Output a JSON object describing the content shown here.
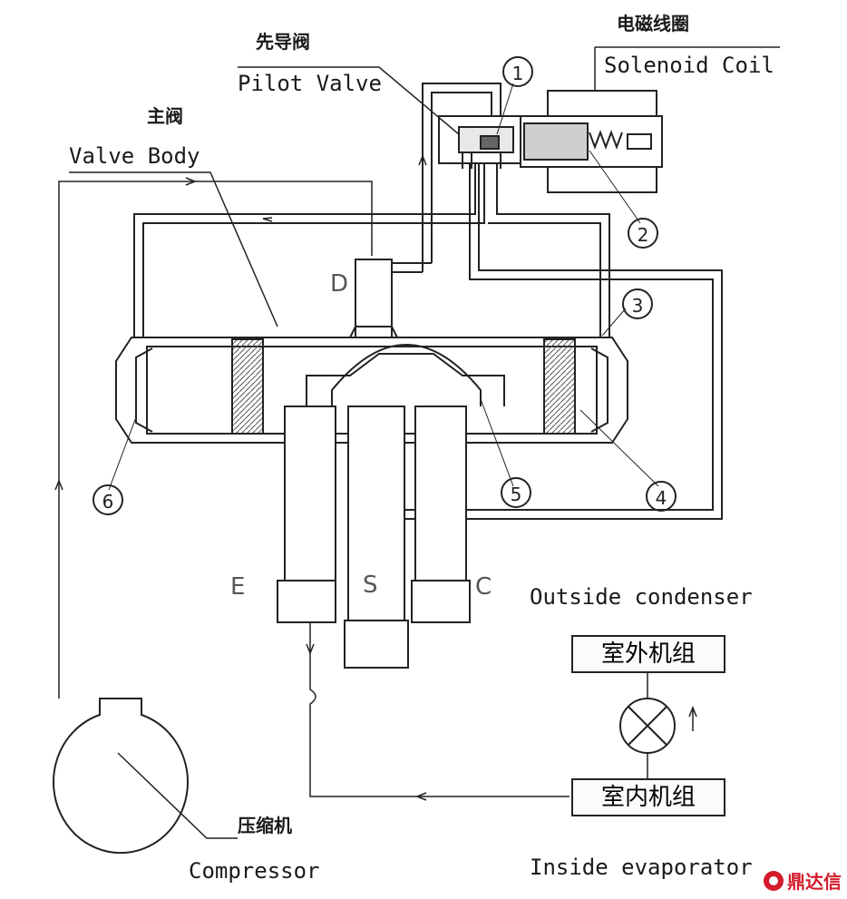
{
  "labels": {
    "solenoid_coil_zh": "电磁线圈",
    "solenoid_coil_en": "Solenoid Coil",
    "pilot_valve_zh": "先导阀",
    "pilot_valve_en": "Pilot Valve",
    "valve_body_zh": "主阀",
    "valve_body_en": "Valve Body",
    "port_d": "D",
    "port_e": "E",
    "port_s": "S",
    "port_c": "C",
    "outside_condenser": "Outside condenser",
    "outdoor_unit": "室外机组",
    "indoor_unit": "室内机组",
    "compressor_zh": "压缩机",
    "compressor_en": "Compressor",
    "inside_evaporator": "Inside evaporator"
  },
  "callouts": [
    "1",
    "2",
    "3",
    "4",
    "5",
    "6"
  ],
  "watermark": "鼎达信",
  "colors": {
    "line": "#222222",
    "watermark": "#d31b2c"
  }
}
